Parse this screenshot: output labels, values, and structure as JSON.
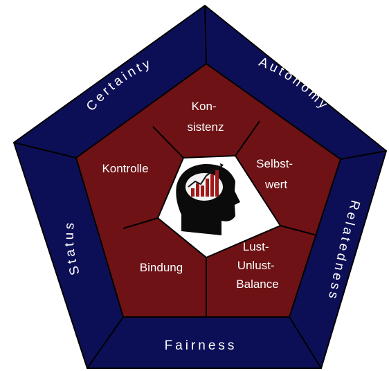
{
  "colors": {
    "outer_fill": "#0d0f56",
    "inner_fill": "#6e1215",
    "center_fill": "#ffffff",
    "border": "#000000",
    "text": "#ffffff"
  },
  "outer_labels": {
    "certainty": "Certainty",
    "autonomy": "Autonomy",
    "relatedness": "Relatedness",
    "fairness": "Fairness",
    "status": "Status"
  },
  "inner_labels": {
    "konsistenz": [
      "Kon-",
      "sistenz"
    ],
    "selbstwert": [
      "Selbst-",
      "wert"
    ],
    "lust": [
      "Lust-",
      "Unlust-",
      "Balance"
    ],
    "bindung": [
      "Bindung"
    ],
    "kontrolle": [
      "Kontrolle"
    ]
  },
  "center_icon": "head-with-chart-icon"
}
